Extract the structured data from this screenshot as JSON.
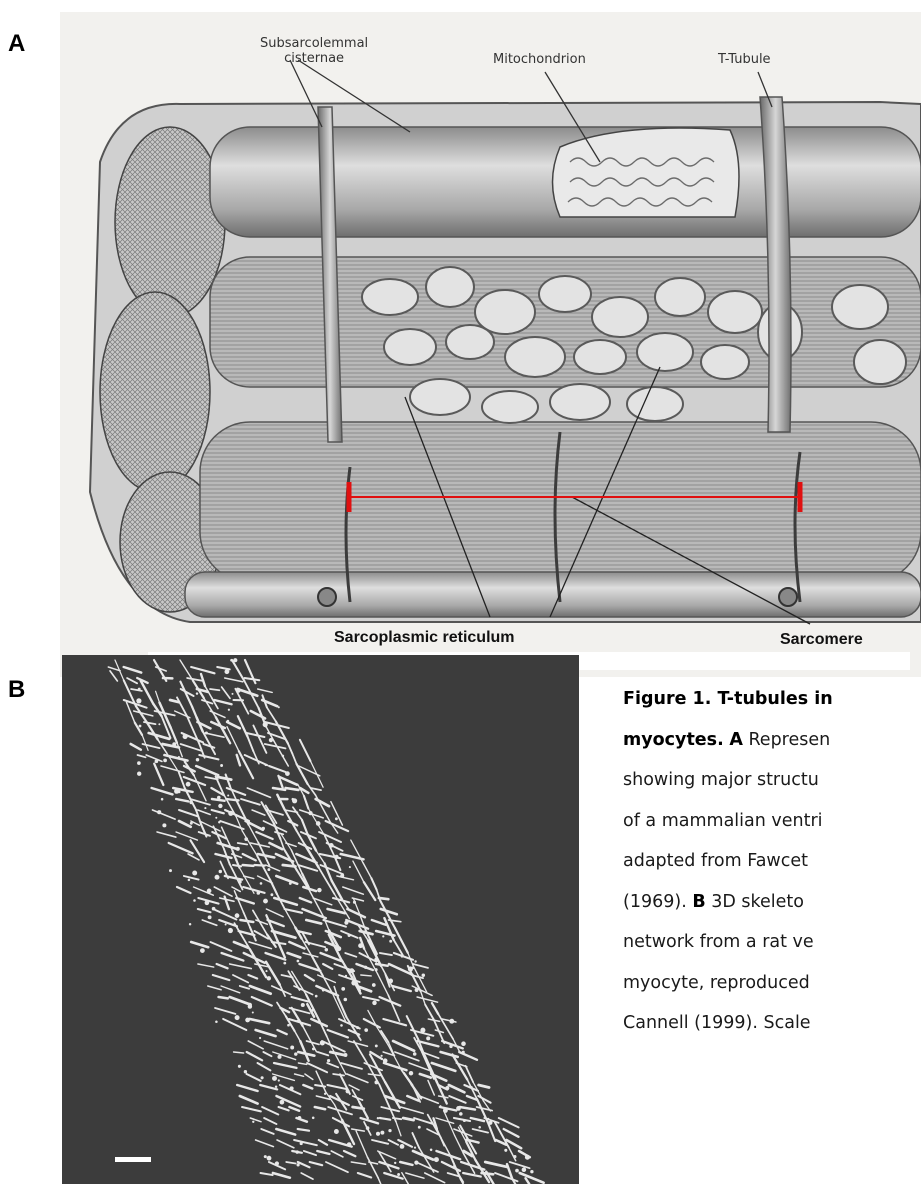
{
  "panels": {
    "a_letter": "A",
    "b_letter": "B"
  },
  "illustration_labels": {
    "subsarcolemmal_line1": "Subsarcolemmal",
    "subsarcolemmal_line2": "cisternae",
    "mitochondrion": "Mitochondrion",
    "t_tubule": "T-Tubule"
  },
  "bottom_labels": {
    "sarcoplasmic_reticulum": "Sarcoplasmic reticulum",
    "sarcomere": "Sarcomere"
  },
  "colors": {
    "sarcomere_marker": "#e01010",
    "panel_b_background": "#3c3c3c",
    "network": "#e8e8e8"
  },
  "caption": {
    "title_line1": "Figure 1. T-tubules in",
    "title_line2": "myocytes.",
    "a_marker": "A",
    "line2_rest": " Represen",
    "line3": "showing major structu",
    "line4": "of a mammalian ventri",
    "line5": "adapted from Fawcet",
    "line6_start": "(1969). ",
    "b_marker": "B",
    "line6_rest": " 3D skeleto",
    "line7": "network from a rat ve",
    "line8": "myocyte, reproduced",
    "line9": "Cannell (1999). Scale"
  }
}
